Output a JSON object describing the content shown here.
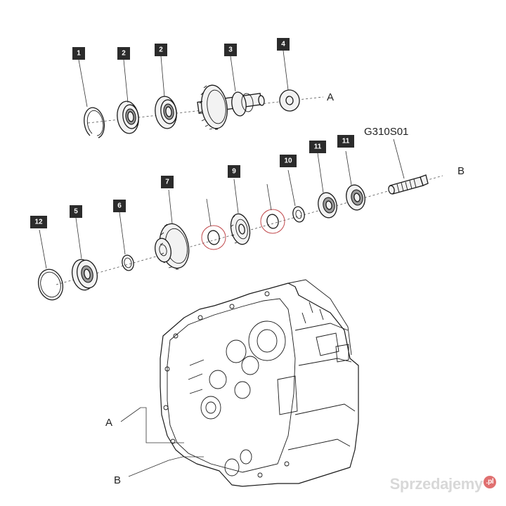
{
  "callouts": [
    {
      "label": "1"
    },
    {
      "label": "2"
    },
    {
      "label": "2"
    },
    {
      "label": "3"
    },
    {
      "label": "4"
    },
    {
      "label": "12"
    },
    {
      "label": "5"
    },
    {
      "label": "6"
    },
    {
      "label": "7"
    },
    {
      "label": "9"
    },
    {
      "label": "10"
    },
    {
      "label": "11"
    },
    {
      "label": "11"
    }
  ],
  "refs": {
    "a_top": "A",
    "b_right": "B",
    "a_bottom": "A",
    "b_bottom": "B"
  },
  "drawing_code": "G310S01",
  "watermark": {
    "text": "Sprzedajemy",
    "suffix": ".pl"
  },
  "colors": {
    "callout_box": "#2b2b2b",
    "highlight": "#c0474a",
    "watermark": "#d8d8d8"
  }
}
